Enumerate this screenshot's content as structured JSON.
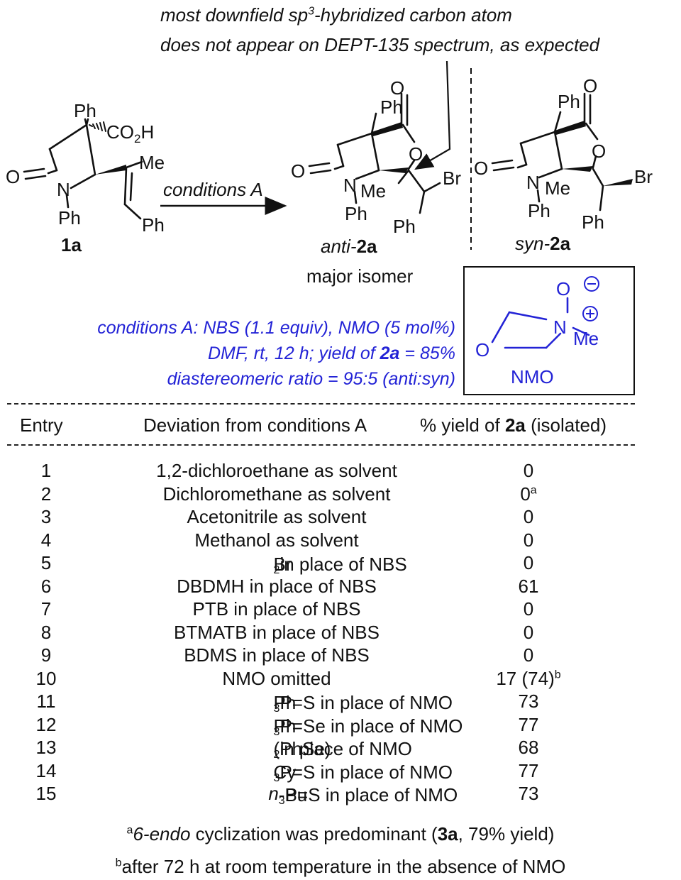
{
  "annotation": {
    "line1_pre": "most downfield sp",
    "line1_sup": "3",
    "line1_post": "-hybridized carbon atom",
    "line2": "does not appear on DEPT-135 spectrum, as expected"
  },
  "atoms": {
    "ph": "Ph",
    "me": "Me",
    "o": "O",
    "n": "N",
    "br": "Br",
    "co2h_pre": "CO",
    "co2h_sub": "2",
    "co2h_post": "H"
  },
  "compounds": {
    "sm": "1a",
    "anti_prefix": "anti-",
    "anti_bold": "2a",
    "anti_note": "major isomer",
    "syn_prefix": "syn-",
    "syn_bold": "2a",
    "nmo": "NMO"
  },
  "arrow_label": "conditions A",
  "conditions": {
    "line1": "conditions A: NBS (1.1 equiv),  NMO (5 mol%)",
    "line2_pre": "DMF, rt, 12 h; yield of ",
    "line2_bold": "2a",
    "line2_post": " = 85%",
    "line3": "diastereomeric ratio = 95:5 (anti:syn)"
  },
  "table": {
    "header_entry": "Entry",
    "header_deviation": "Deviation from conditions A",
    "header_yield_pre": "% yield of ",
    "header_yield_bold": "2a",
    "header_yield_post": " (isolated)",
    "rows": [
      {
        "entry": "1",
        "dev": "1,2-dichloroethane as solvent",
        "yield": "0"
      },
      {
        "entry": "2",
        "dev": "Dichloromethane as solvent",
        "yield": "0",
        "yield_sup": "a"
      },
      {
        "entry": "3",
        "dev": "Acetonitrile as solvent",
        "yield": "0"
      },
      {
        "entry": "4",
        "dev": "Methanol as solvent",
        "yield": "0"
      },
      {
        "entry": "5",
        "dev_pre": "Br",
        "dev_sub": "2",
        "dev_post": " in place of NBS",
        "yield": "0"
      },
      {
        "entry": "6",
        "dev": "DBDMH in place of NBS",
        "yield": "61"
      },
      {
        "entry": "7",
        "dev": "PTB in place of NBS",
        "yield": "0"
      },
      {
        "entry": "8",
        "dev": "BTMATB in place of NBS",
        "yield": "0"
      },
      {
        "entry": "9",
        "dev": "BDMS in place of NBS",
        "yield": "0"
      },
      {
        "entry": "10",
        "dev": "NMO omitted",
        "yield": "17 (74)",
        "yield_sup": "b"
      },
      {
        "entry": "11",
        "dev_pre": "Ph",
        "dev_sub": "3",
        "dev_post": "P=S in place of NMO",
        "yield": "73"
      },
      {
        "entry": "12",
        "dev_pre": "Ph",
        "dev_sub": "3",
        "dev_post": "P=Se in place of NMO",
        "yield": "77"
      },
      {
        "entry": "13",
        "dev_pre": "(PhSe)",
        "dev_sub": "2",
        "dev_post": " in place of NMO",
        "yield": "68"
      },
      {
        "entry": "14",
        "dev_pre": "Cy",
        "dev_sub": "3",
        "dev_post": "P=S in place of NMO",
        "yield": "77"
      },
      {
        "entry": "15",
        "dev_ital": "n",
        "dev_pre": "-Bu",
        "dev_sub": "3",
        "dev_post": "P=S in place of NMO",
        "yield": "73"
      }
    ]
  },
  "footnotes": {
    "a_mark": "a",
    "a_ital": "6-endo",
    "a_pre": " cyclization was predominant (",
    "a_bold": "3a",
    "a_post": ", 79% yield)",
    "b_mark": "b",
    "b_text": "after 72 h at room temperature in the absence of NMO"
  },
  "colors": {
    "conditions_text": "#2323d6",
    "nmo_structure": "#2323d6",
    "ink": "#111111"
  }
}
